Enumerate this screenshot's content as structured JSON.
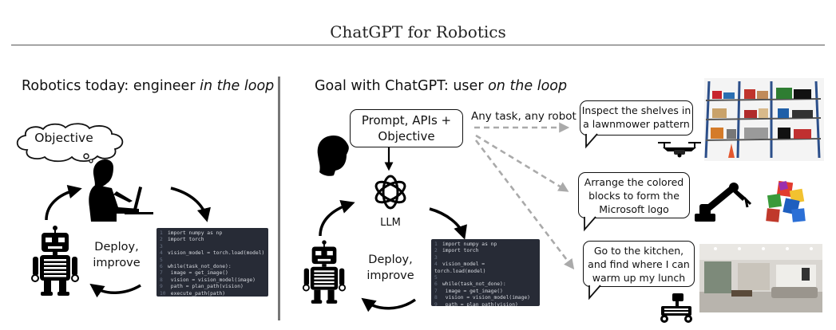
{
  "title": "ChatGPT for Robotics",
  "left": {
    "heading_prefix": "Robotics today: engineer ",
    "heading_italic": "in the loop",
    "objective_label": "Objective",
    "deploy_label": "Deploy,\nimprove"
  },
  "right": {
    "heading_prefix": "Goal with ChatGPT: user ",
    "heading_italic": "on the loop",
    "prompt_label": "Prompt, APIs +\nObjective",
    "llm_label": "LLM",
    "any_task_label": "Any task, any robot",
    "deploy_label": "Deploy,\nimprove",
    "tasks": [
      {
        "text": "Inspect the shelves in\na lawnmower pattern",
        "robot_icon": "drone-icon",
        "scene": "warehouse-shelves"
      },
      {
        "text": "Arrange the colored\nblocks to form the\nMicrosoft logo",
        "robot_icon": "robot-arm-icon",
        "scene": "colored-blocks"
      },
      {
        "text": "Go to the kitchen,\nand find where I can\nwarm up my lunch",
        "robot_icon": "wheeled-robot-icon",
        "scene": "living-room"
      }
    ]
  },
  "code_lines": [
    {
      "n": "1",
      "t": "import numpy as np"
    },
    {
      "n": "2",
      "t": "import torch"
    },
    {
      "n": "3",
      "t": ""
    },
    {
      "n": "4",
      "t": "vision_model = torch.load(model)"
    },
    {
      "n": "5",
      "t": ""
    },
    {
      "n": "6",
      "t": "while(task_not_done):"
    },
    {
      "n": "7",
      "t": "    image = get_image()"
    },
    {
      "n": "8",
      "t": "    vision = vision_model(image)"
    },
    {
      "n": "9",
      "t": "    path = plan_path(vision)"
    },
    {
      "n": "10",
      "t": "    execute_path(path)"
    }
  ],
  "colors": {
    "code_bg": "#272b36",
    "divider": "#777777",
    "dashed_arrow": "#aaaaaa"
  }
}
